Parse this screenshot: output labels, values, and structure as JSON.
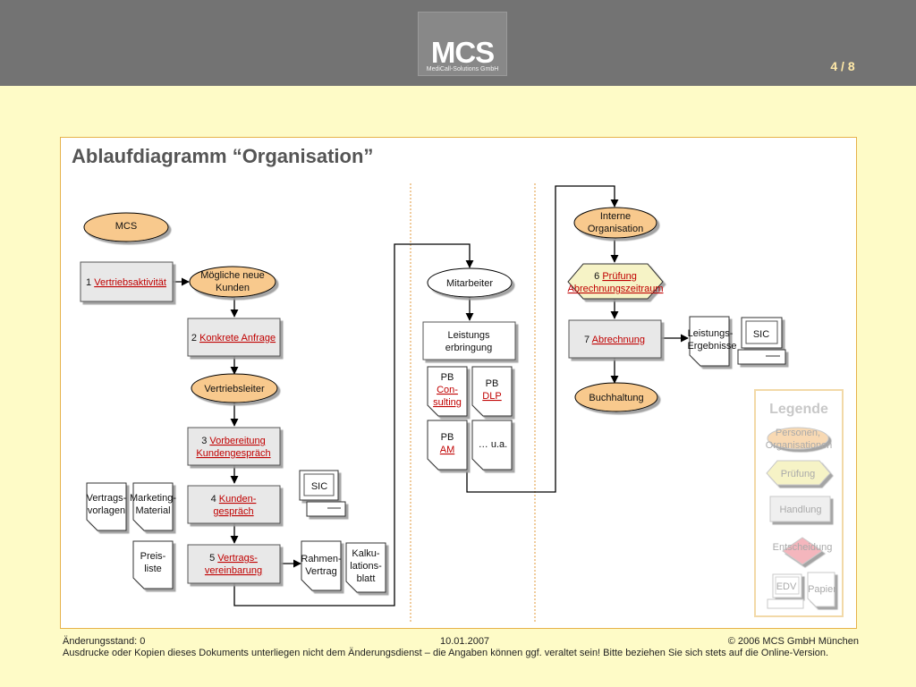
{
  "header": {
    "logo_text": "MCS",
    "logo_sub": "MediCall-Solutions GmbH",
    "page_indicator": "4 / 8"
  },
  "title": "Ablaufdiagramm “Organisation”",
  "diagram": {
    "mcs": "MCS",
    "step1_num": "1",
    "step1_link": "Vertriebsaktivität",
    "moegliche_1": "Mögliche neue",
    "moegliche_2": "Kunden",
    "step2_num": "2",
    "step2_link": "Konkrete Anfrage",
    "vertriebsleiter": "Vertriebsleiter",
    "step3_num": "3",
    "step3_link_1": "Vorbereitung",
    "step3_link_2": "Kundengespräch",
    "sic_a": "SIC",
    "vertragsvorlagen_1": "Vertrags-",
    "vertragsvorlagen_2": "vorlagen",
    "marketing_1": "Marketing-",
    "marketing_2": "Material",
    "step4_num": "4",
    "step4_link_1": "Kunden-",
    "step4_link_2": "gespräch",
    "preisliste_1": "Preis-",
    "preisliste_2": "liste",
    "step5_num": "5",
    "step5_link_1": "Vertrags-",
    "step5_link_2": "vereinbarung",
    "rahmen_1": "Rahmen-",
    "rahmen_2": "Vertrag",
    "kalku_1": "Kalku-",
    "kalku_2": "lations-",
    "kalku_3": "blatt",
    "mitarbeiter": "Mitarbeiter",
    "leistung_1": "Leistungs",
    "leistung_2": "erbringung",
    "pb": "PB",
    "pb_consulting_1": "Con-",
    "pb_consulting_2": "sulting",
    "pb_dlp": "DLP",
    "pb_am": "AM",
    "ua": "… u.a.",
    "interne_1": "Interne",
    "interne_2": "Organisation",
    "step6_num": "6",
    "step6_link_1": "Prüfung",
    "step6_link_2": "Abrechnungszeitraum",
    "step7_num": "7",
    "step7_link": "Abrechnung",
    "leistungsergebnisse_1": "Leistungs-",
    "leistungsergebnisse_2": "Ergebnisse",
    "sic_b": "SIC",
    "buchhaltung": "Buchhaltung"
  },
  "legend": {
    "title": "Legende",
    "personen_1": "Personen,",
    "personen_2": "Organisationen",
    "pruefung": "Prüfung",
    "handlung": "Handlung",
    "entscheidung": "Entscheidung",
    "edv": "EDV",
    "papier": "Papier"
  },
  "footer": {
    "stand": "Änderungsstand: 0",
    "date": "10.01.2007",
    "copyright": "© 2006 MCS GmbH München",
    "disclaimer": "Ausdrucke oder Kopien dieses Dokuments unterliegen nicht dem Änderungsdienst – die Angaben können ggf. veraltet sein! Bitte beziehen Sie sich stets auf die Online-Version."
  },
  "colors": {
    "header": "#737373",
    "page_background": "#fefbc7",
    "frame_border": "#e6b24a",
    "ellipse_fill": "#f8c98d",
    "link_red": "#c00000",
    "box_fill": "#e8e8e8",
    "decision_fill": "#f4b6bd"
  }
}
